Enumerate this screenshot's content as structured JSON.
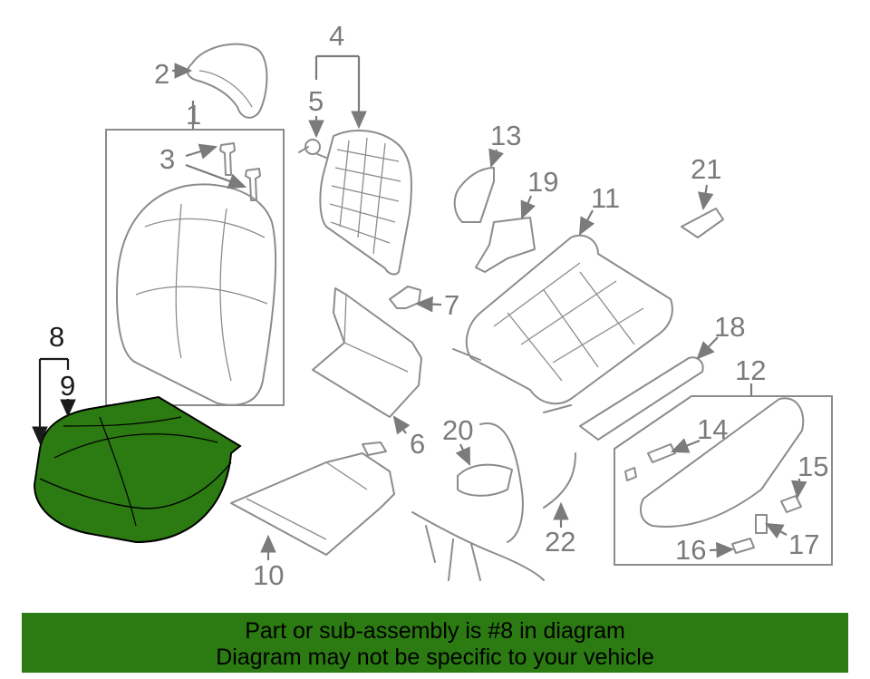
{
  "diagram": {
    "callouts": [
      "1",
      "2",
      "3",
      "4",
      "5",
      "6",
      "7",
      "8",
      "9",
      "10",
      "11",
      "12",
      "13",
      "14",
      "15",
      "16",
      "17",
      "18",
      "19",
      "20",
      "21",
      "22"
    ],
    "highlighted_part": "8",
    "highlight_color": "#2b7a12",
    "line_color": "#8c8c8c"
  },
  "banner": {
    "line1": "Part or sub-assembly is #8 in diagram",
    "line2": "Diagram may not be specific to your vehicle",
    "background": "#2b7a12"
  }
}
